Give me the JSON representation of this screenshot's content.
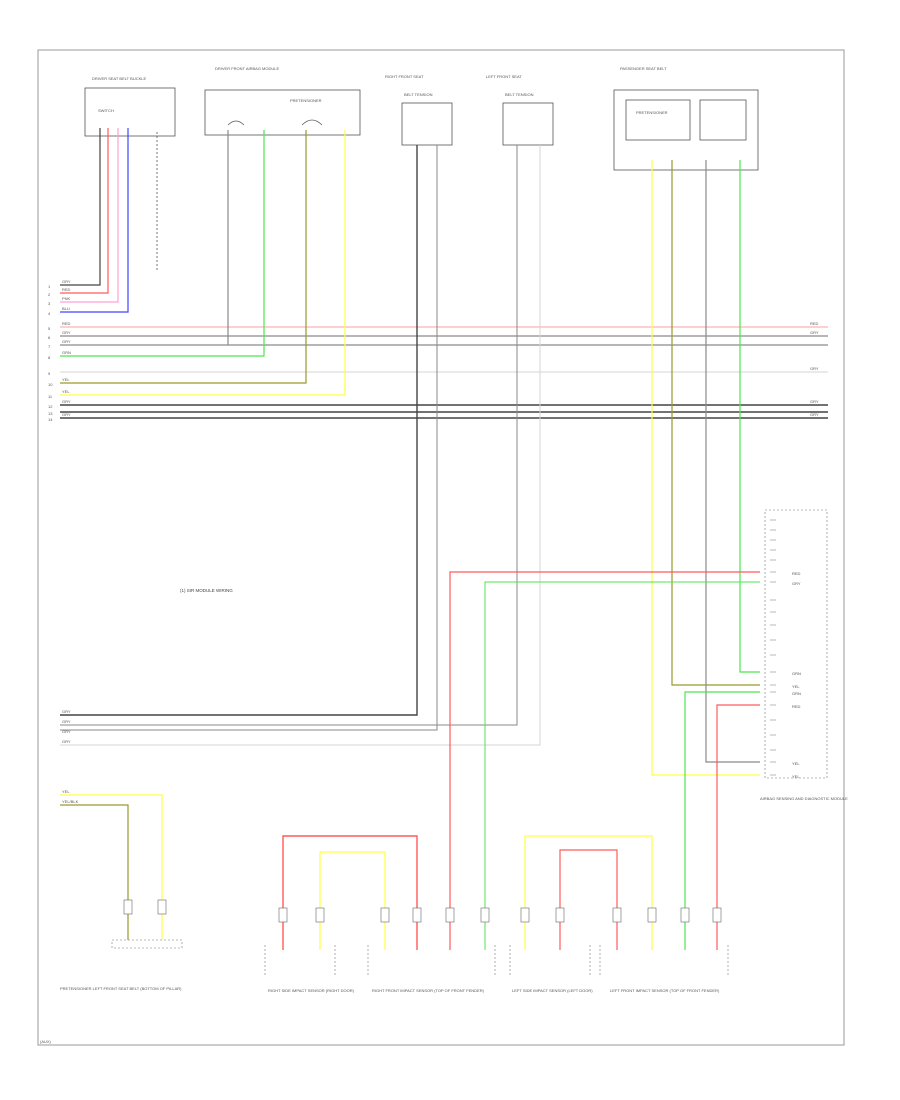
{
  "page_label": "(AUX)",
  "colors": {
    "red": "#ff5a5a",
    "pink": "#ff9fd8",
    "blue": "#4444ff",
    "green": "#4ee64e",
    "yellow": "#ffff44",
    "olive": "#9a9a2a",
    "gray": "#8a8a8a",
    "dark": "#444444",
    "black": "#222222",
    "light_red": "#ffb0b0",
    "light_gray": "#d4d4d4"
  },
  "left_terminals": [
    "1",
    "2",
    "3",
    "4",
    "5",
    "6",
    "7",
    "8",
    "9",
    "10",
    "11",
    "12",
    "13",
    "14"
  ],
  "bus_wire_labels": [
    "GRY",
    "RED",
    "PNK",
    "BLU",
    "RED",
    "GRY",
    "GRY",
    "GRN",
    "YEL",
    "YEL",
    "GRY",
    "GRY"
  ],
  "bus_right_labels": [
    "RED",
    "GRY",
    "GRY",
    "GRY",
    "GRY"
  ],
  "components": [
    {
      "title": "DRIVER SEAT BELT BUCKLE",
      "sub": "SWITCH"
    },
    {
      "title": "DRIVER FRONT AIRBAG MODULE",
      "sub": "PRETENSIONER"
    },
    {
      "title": "RIGHT FRONT SEAT",
      "sub": "BELT TENSION"
    },
    {
      "title": "LEFT FRONT SEAT",
      "sub": "BELT TENSION"
    },
    {
      "title": "PASSENGER SEAT BELT",
      "sub": "PRETENSIONER"
    }
  ],
  "middle_note": "(1) SIR MODULE WIRING",
  "bottom_left_labels": [
    "GRY",
    "GRY",
    "GRY",
    "GRY"
  ],
  "bottom_left_wires": [
    "YEL",
    "YEL/BLK"
  ],
  "right_module_label": "AIRBAG SENSING AND DIAGNOSTIC MODULE",
  "right_pin_labels": [
    "RED",
    "GRY",
    "GRN",
    "YEL",
    "GRN",
    "RED",
    "YEL",
    "YEL"
  ],
  "bottom_groups": [
    {
      "label": "RIGHT SIDE IMPACT SENSOR (RIGHT DOOR)"
    },
    {
      "label": "RIGHT FRONT IMPACT SENSOR (TOP OF FRONT FENDER)"
    },
    {
      "label": "LEFT SIDE IMPACT SENSOR (LEFT DOOR)"
    },
    {
      "label": "LEFT FRONT IMPACT SENSOR (TOP OF FRONT FENDER)"
    }
  ],
  "bottom_left_component": "PRETENSIONER LEFT FRONT SEAT BELT (BOTTOM OF PILLAR)"
}
